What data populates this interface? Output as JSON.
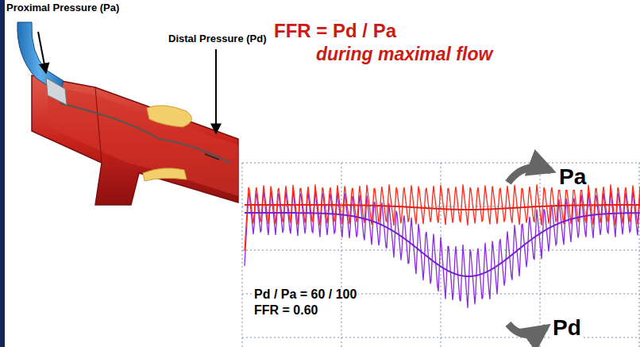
{
  "diagram": {
    "labels": [
      "Proximal Pressure (Pa)",
      "Distal Pressure (Pd)",
      "FFR = Pd / Pa",
      "during maximal flow",
      "Pa",
      "Pd",
      "Pd / Pa = 60 / 100",
      "FFR = 0.60"
    ]
  }
}
